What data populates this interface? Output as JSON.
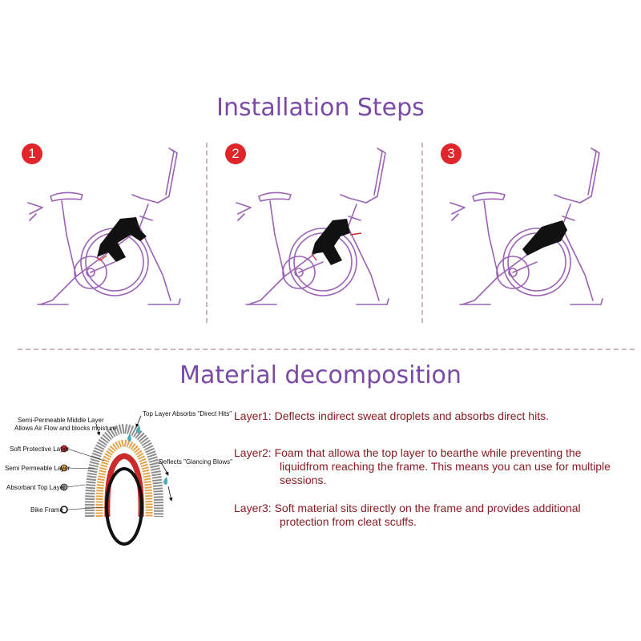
{
  "installation": {
    "title": "Installation Steps",
    "steps": [
      {
        "number": "1"
      },
      {
        "number": "2"
      },
      {
        "number": "3"
      }
    ]
  },
  "material": {
    "title": "Material decomposition",
    "diagram": {
      "labels": {
        "semi_middle_line1": "Semi-Permeable Middle Layer",
        "semi_middle_line2": "Allows Air Flow and blocks moisture",
        "top_absorbs": "Top Layer Absorbs \"Direct Hits\"",
        "soft_protective": "Soft Protective Layer",
        "semi_permeable": "Semi Permeable Layer",
        "absorbant_top": "Absorbant Top Layer",
        "bike_frame": "Bike Frame",
        "deflects": "Deflects \"Glancing Blows\""
      }
    },
    "layers": [
      {
        "line1": "Layer1: Deflects indirect sweat droplets and absorbs direct hits."
      },
      {
        "line1": "Layer2: Foam that allowa the top layer to bearthe while preventing the",
        "line2": "liquidfrom reaching the frame. This means you can use for multiple",
        "line3": "sessions."
      },
      {
        "line1": "Layer3: Soft material sits directly on the frame and provides additional",
        "line2": "protection from cleat scuffs."
      }
    ]
  },
  "colors": {
    "title": "#7a4aa6",
    "badge": "#e0252b",
    "bike_outline": "#9b62b6",
    "layer_text": "#8a1c22",
    "soft_layer": "#cc2a2a",
    "semi_layer": "#e4a44a",
    "top_layer": "#9a9a9a"
  }
}
